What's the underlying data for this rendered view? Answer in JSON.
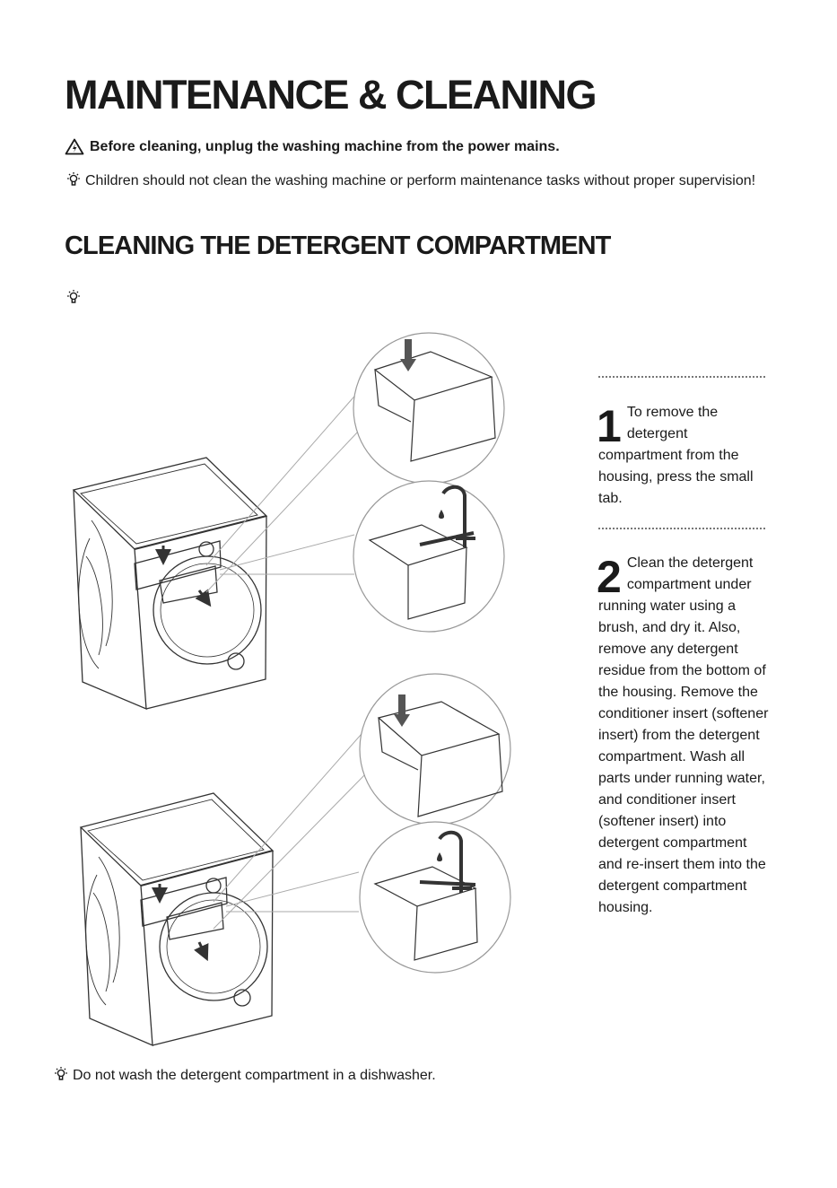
{
  "header": {
    "title": "MAINTENANCE & CLEANING",
    "warning": "Before cleaning, unplug the washing machine from the power mains.",
    "tip": "Children should not clean the washing machine or perform maintenance tasks without proper supervision!"
  },
  "section": {
    "title": "CLEANING THE DETERGENT COMPARTMENT"
  },
  "steps": [
    {
      "number": "1",
      "text": "To remove the detergent compartment from the housing, press the small tab."
    },
    {
      "number": "2",
      "text": "Clean the detergent compartment under running water using a brush, and dry it. Also, remove any detergent residue from the bottom of the housing. Remove the conditioner insert (softener insert) from the detergent compartment. Wash all parts under running water, and conditioner insert (softener insert) into detergent compartment and re-insert them into the detergent compartment housing."
    }
  ],
  "footer": {
    "tip": "Do not wash the detergent compartment in a dishwasher."
  },
  "icons": {
    "warning": "warning-triangle-icon",
    "tip": "lightbulb-icon"
  },
  "colors": {
    "text": "#1a1a1a",
    "line": "#333333",
    "arrow": "#555555",
    "circle": "#999999"
  }
}
